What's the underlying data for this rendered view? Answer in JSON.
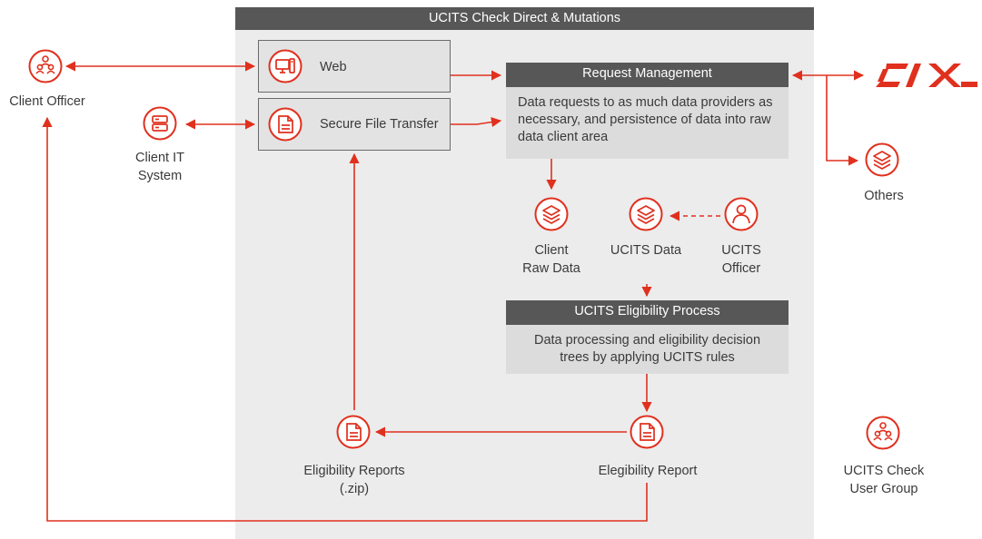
{
  "panel": {
    "title": "UCITS Check Direct & Mutations"
  },
  "left": {
    "client_officer": "Client Officer",
    "client_it_line1": "Client IT",
    "client_it_line2": "System"
  },
  "channels": {
    "web": "Web",
    "sft": "Secure File Transfer"
  },
  "request_management": {
    "title": "Request Management",
    "body_lines": [
      "Data requests to as much data providers as",
      "necessary, and persistence of data into raw",
      "data client area"
    ]
  },
  "stores": {
    "client_raw_line1": "Client",
    "client_raw_line2": "Raw Data",
    "ucits_data": "UCITS Data",
    "ucits_officer_line1": "UCITS",
    "ucits_officer_line2": "Officer"
  },
  "eligibility_process": {
    "title": "UCITS Eligibility Process",
    "body_lines": [
      "Data processing and eligibility decision",
      "trees by applying UCITS rules"
    ]
  },
  "reports": {
    "zip_line1": "Eligibility Reports",
    "zip_line2": "(.zip)",
    "single": "Elegibility Report"
  },
  "right": {
    "six_logo": "SIX",
    "others": "Others",
    "group_line1": "UCITS Check",
    "group_line2": "User Group"
  },
  "colors": {
    "accent": "#e0301e",
    "dark_header": "#575757",
    "panel_bg": "#ececec",
    "box_bg": "#dcdcdc"
  }
}
